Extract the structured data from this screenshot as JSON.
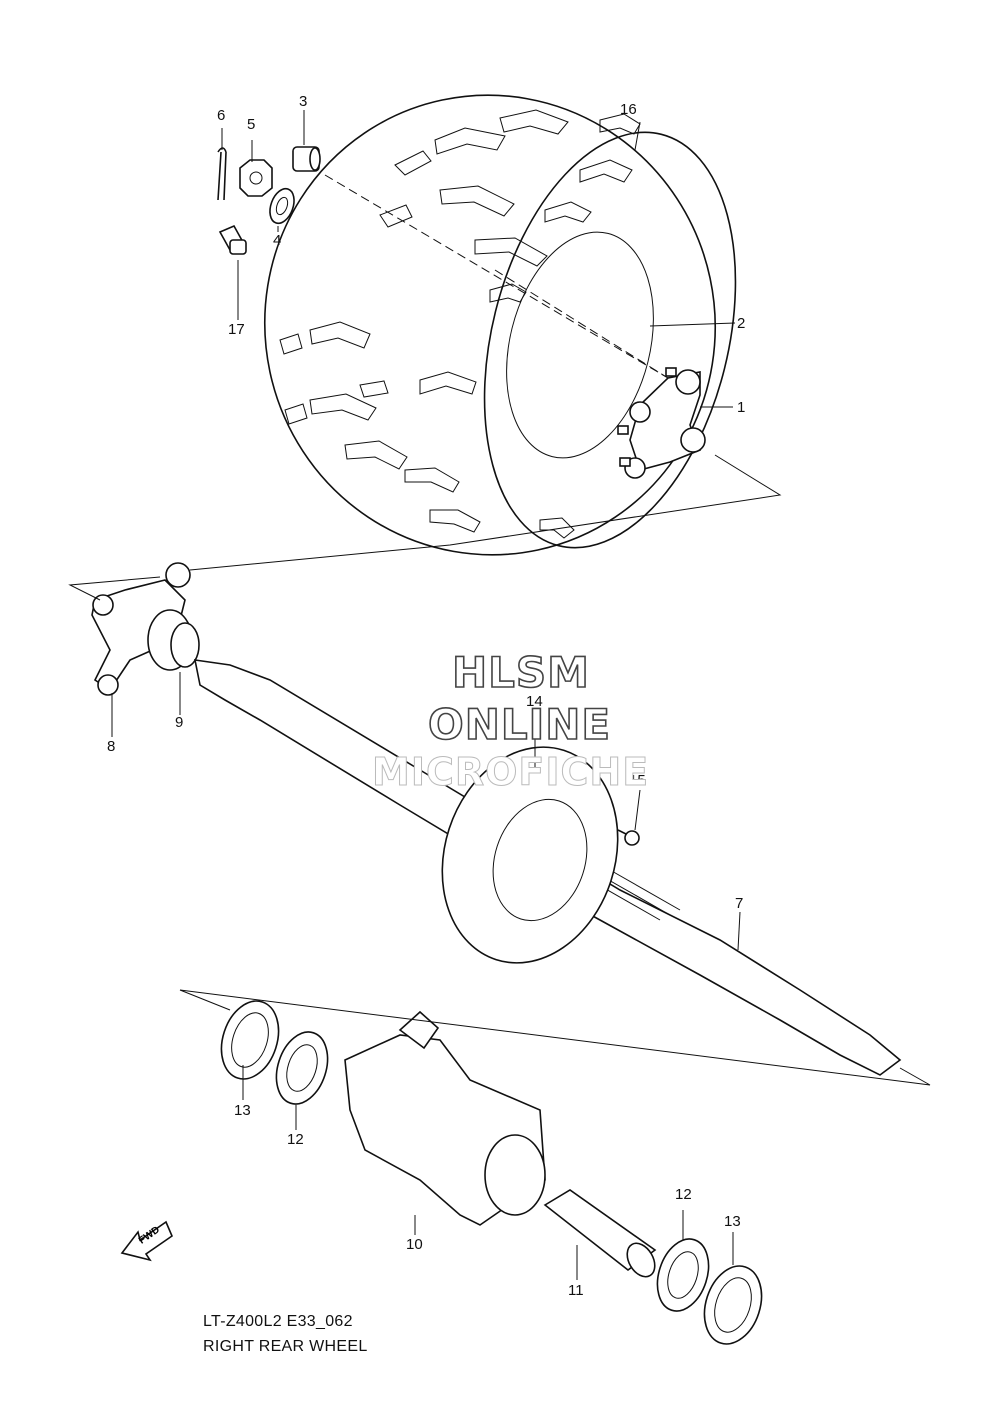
{
  "callouts": [
    "1",
    "2",
    "3",
    "4",
    "5",
    "6",
    "7",
    "8",
    "9",
    "10",
    "11",
    "12",
    "12",
    "13",
    "13",
    "14",
    "15",
    "16",
    "17"
  ],
  "watermark": {
    "line1": "HLSM",
    "line2": "ONLINE",
    "line3": "MICROFICHE"
  },
  "footer": {
    "model_code": "LT-Z400L2 E33_062",
    "title": "RIGHT REAR WHEEL"
  },
  "fwd_label": "FWD",
  "icons": [
    "fwd-arrow-icon"
  ]
}
